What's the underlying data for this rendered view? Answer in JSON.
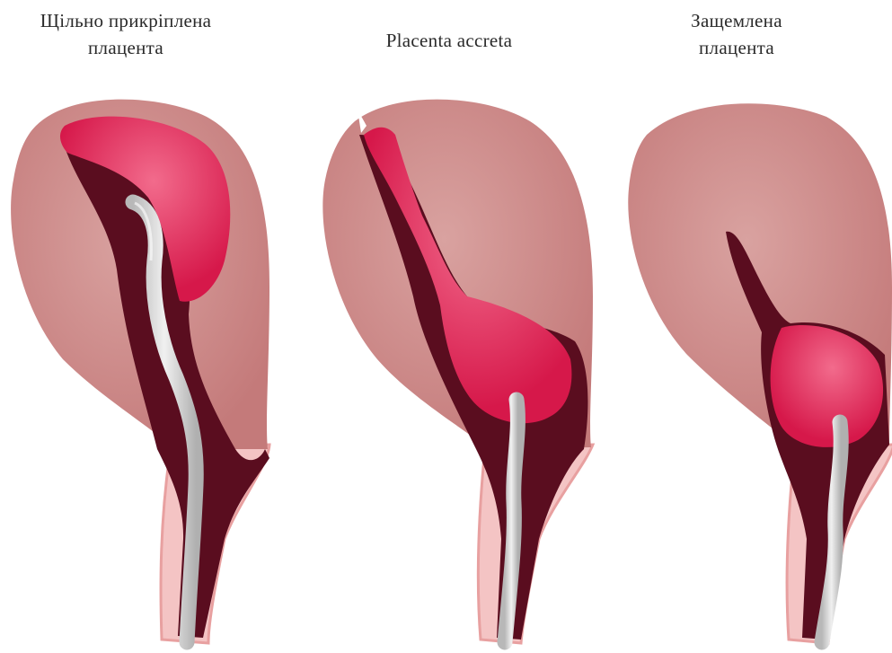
{
  "panels": [
    {
      "caption_lines": [
        "Щільно прикріплена",
        "плацента"
      ]
    },
    {
      "caption_lines": [
        "Placenta accreta"
      ]
    },
    {
      "caption_lines": [
        "Защемлена",
        "плацента"
      ]
    }
  ],
  "colors": {
    "uterus_wall": "#c98080",
    "uterus_wall_light": "#d69a98",
    "cavity_dark": "#5a0d1f",
    "placenta": "#e0325e",
    "placenta_highlight": "#f26b8c",
    "cord": "#d9d9d9",
    "cord_shadow": "#a9a9a9",
    "outline": "#f0b6b6"
  }
}
